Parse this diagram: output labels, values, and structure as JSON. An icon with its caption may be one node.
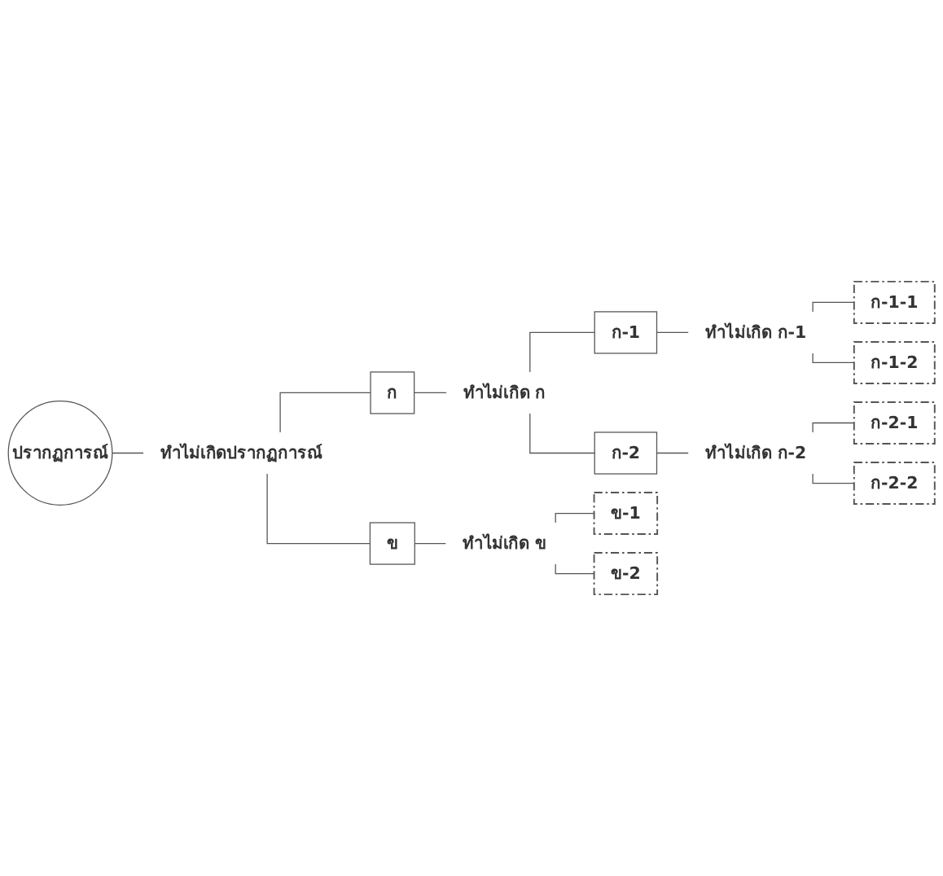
{
  "diagram": {
    "nodes": [
      {
        "text": [
          "ปรากฏการณ์"
        ]
      },
      {
        "text": [
          "ทำไม่เกิดปรากฏการณ์"
        ]
      },
      {
        "text": [
          "ก"
        ]
      },
      {
        "text": [
          "ทำไม่เกิด ก"
        ]
      },
      {
        "text": [
          "ก-1"
        ]
      },
      {
        "text": [
          "ทำไม่เกิด ก-1"
        ]
      },
      {
        "text": [
          "ก-1-1"
        ]
      },
      {
        "text": [
          "ก-1-2"
        ]
      },
      {
        "text": [
          "ก-2"
        ]
      },
      {
        "text": [
          "ทำไม่เกิด ก-2"
        ]
      },
      {
        "text": [
          "ก-2-1"
        ]
      },
      {
        "text": [
          "ก-2-2"
        ]
      },
      {
        "text": [
          "ข"
        ]
      },
      {
        "text": [
          "ทำไม่เกิด ข"
        ]
      },
      {
        "text": [
          "ข-1"
        ]
      },
      {
        "text": [
          "ข-2"
        ]
      }
    ],
    "edges": [
      {
        "from": 0,
        "to": 1,
        "arrow": "none"
      },
      {
        "from": 1,
        "to": 2,
        "arrow": "none"
      },
      {
        "from": 1,
        "to": 12,
        "arrow": "none"
      },
      {
        "from": 2,
        "to": 3,
        "arrow": "none"
      },
      {
        "from": 3,
        "to": 4,
        "arrow": "none"
      },
      {
        "from": 3,
        "to": 8,
        "arrow": "none"
      },
      {
        "from": 4,
        "to": 5,
        "arrow": "none"
      },
      {
        "from": 5,
        "to": 6,
        "arrow": "none"
      },
      {
        "from": 5,
        "to": 7,
        "arrow": "none"
      },
      {
        "from": 8,
        "to": 9,
        "arrow": "none"
      },
      {
        "from": 9,
        "to": 10,
        "arrow": "none"
      },
      {
        "from": 9,
        "to": 11,
        "arrow": "none"
      },
      {
        "from": 12,
        "to": 13,
        "arrow": "none"
      },
      {
        "from": 13,
        "to": 14,
        "arrow": "none"
      },
      {
        "from": 13,
        "to": 15,
        "arrow": "none"
      }
    ]
  }
}
